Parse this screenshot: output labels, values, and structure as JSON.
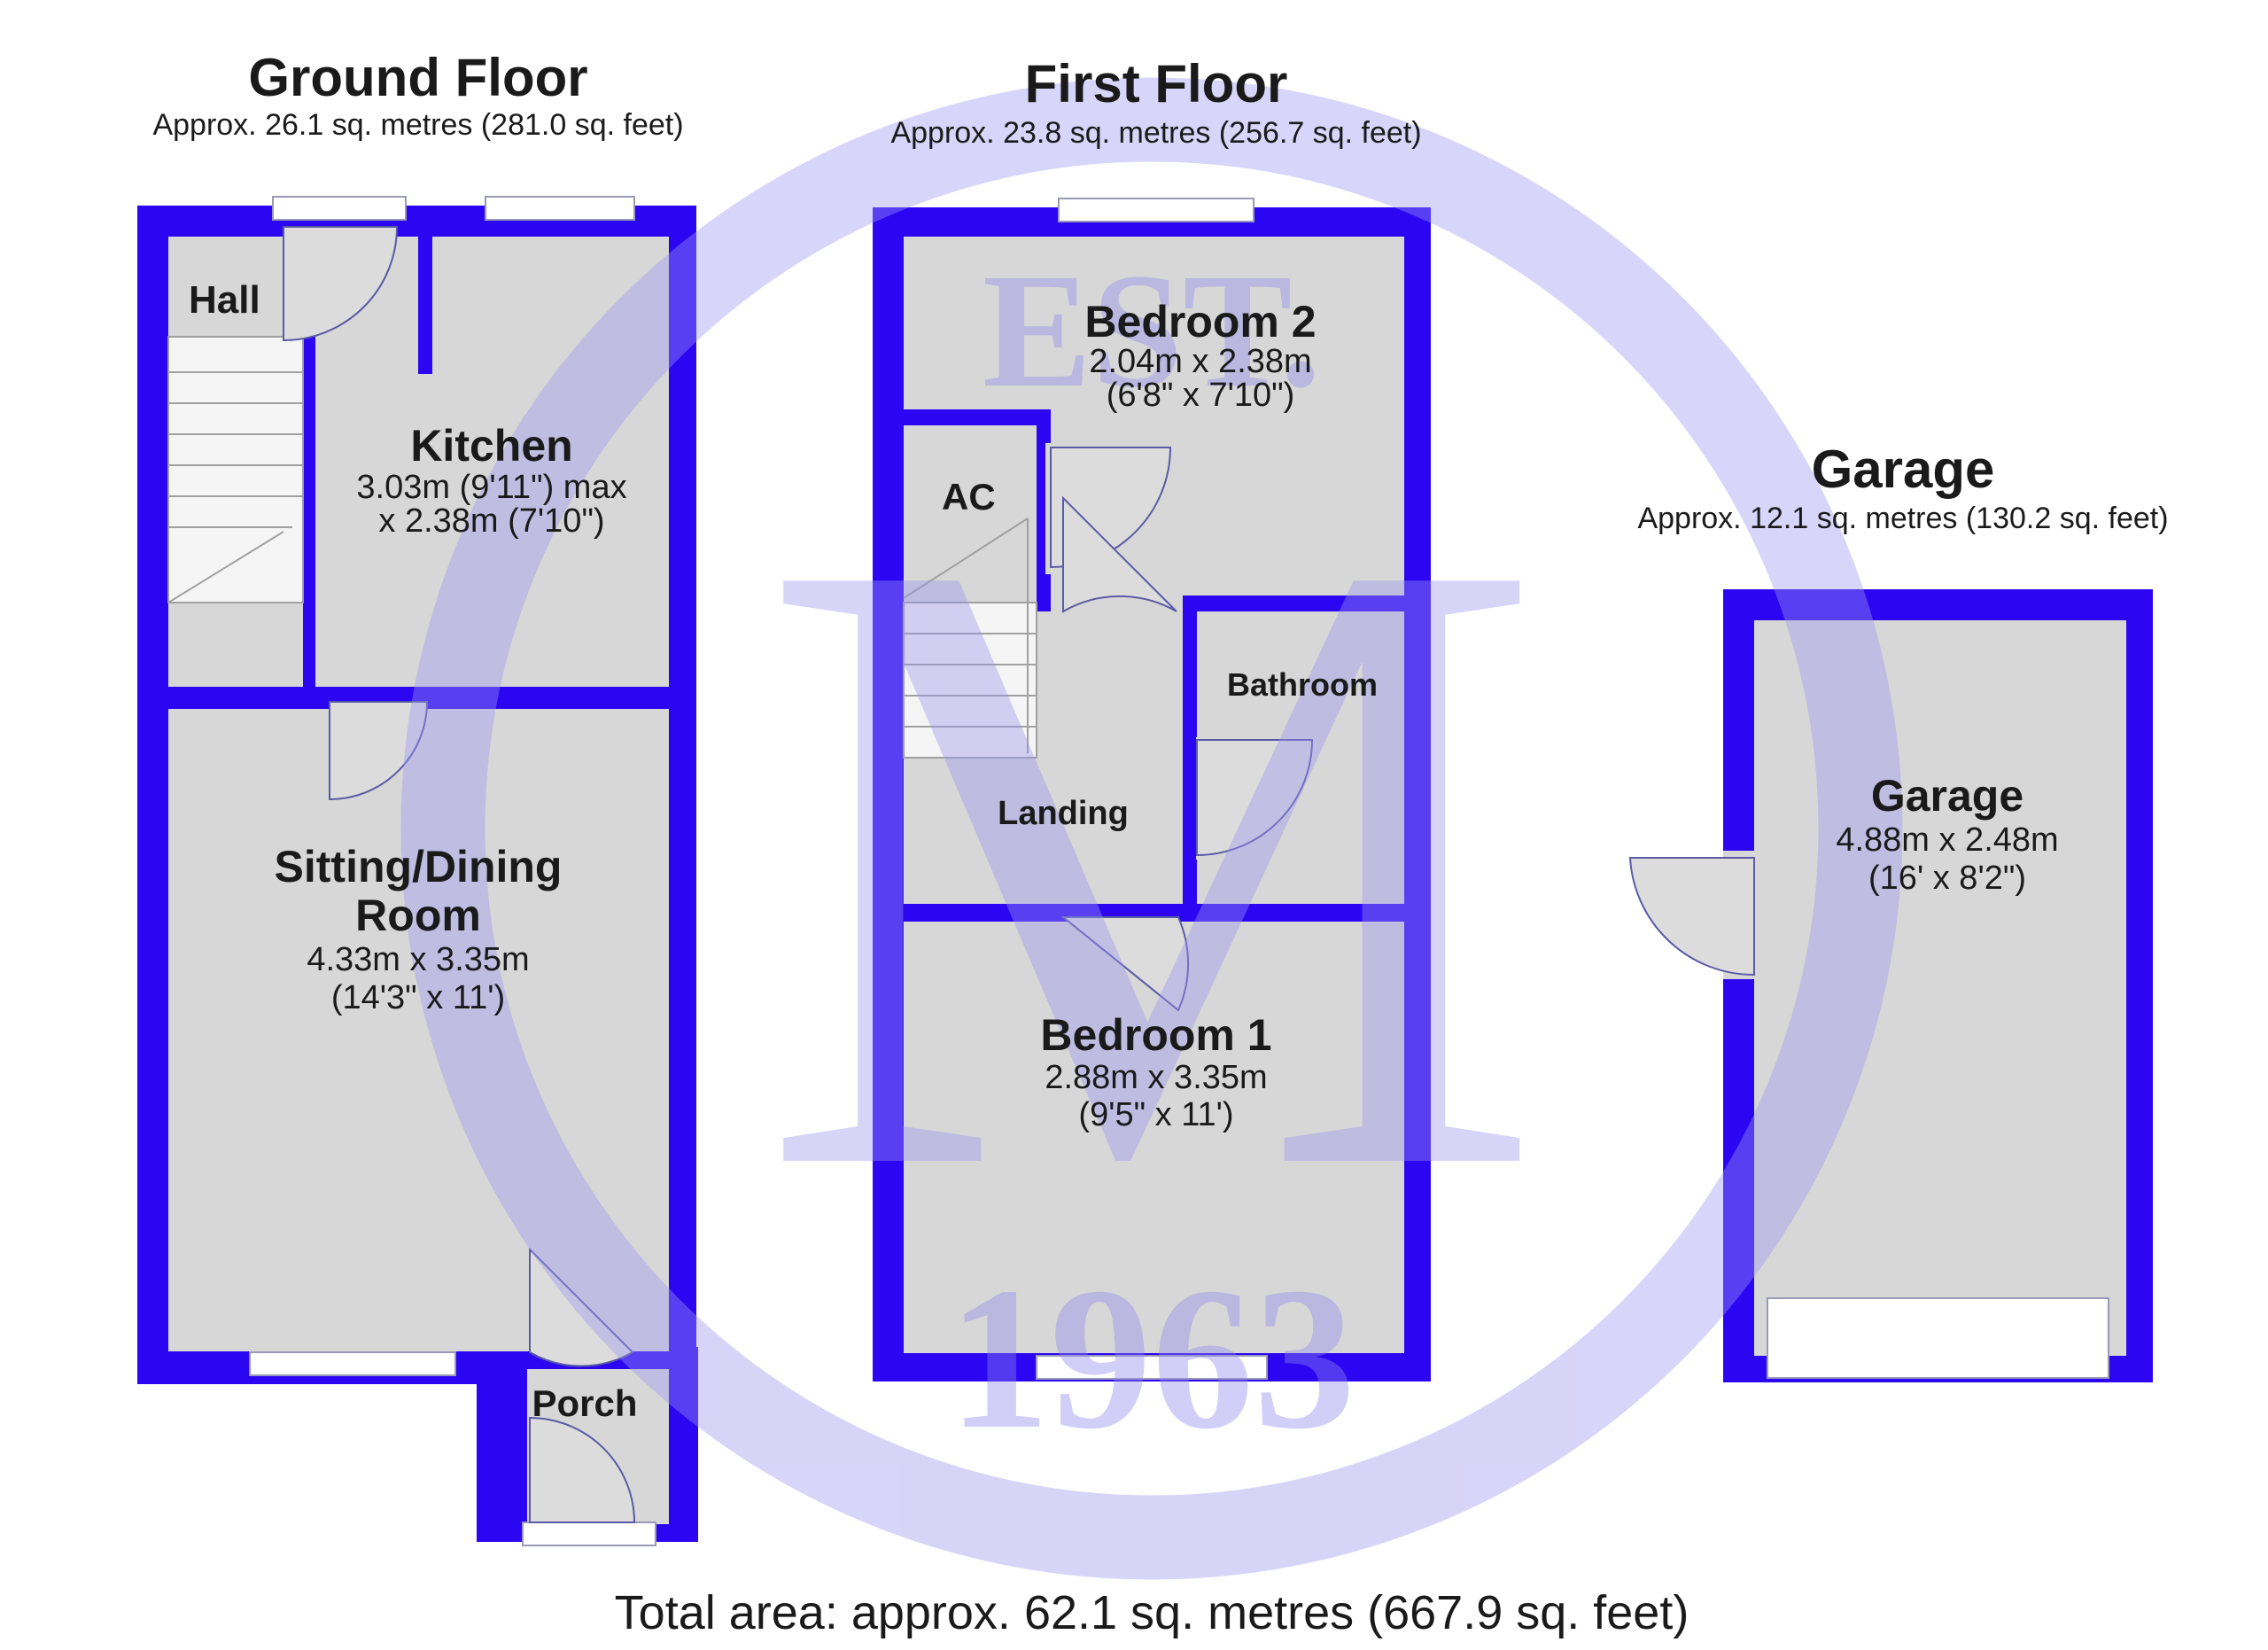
{
  "colors": {
    "wall": "#2c06f2",
    "floor": "#d7d7d7",
    "watermark": "#9c95f0"
  },
  "watermark": {
    "top_text": "EST.",
    "letter": "M",
    "bottom_text": "1963"
  },
  "ground_floor": {
    "title": "Ground Floor",
    "area": "Approx. 26.1 sq. metres (281.0 sq. feet)",
    "rooms": {
      "hall": {
        "name": "Hall"
      },
      "kitchen": {
        "name": "Kitchen",
        "dim1": "3.03m (9'11\") max",
        "dim2": "x 2.38m (7'10\")"
      },
      "sitting": {
        "name1": "Sitting/Dining",
        "name2": "Room",
        "dim1": "4.33m x 3.35m",
        "dim2": "(14'3\" x 11')"
      },
      "porch": {
        "name": "Porch"
      }
    }
  },
  "first_floor": {
    "title": "First Floor",
    "area": "Approx. 23.8 sq. metres (256.7 sq. feet)",
    "rooms": {
      "bedroom2": {
        "name": "Bedroom 2",
        "dim1": "2.04m x 2.38m",
        "dim2": "(6'8\" x 7'10\")"
      },
      "ac": {
        "name": "AC"
      },
      "bathroom": {
        "name": "Bathroom"
      },
      "landing": {
        "name": "Landing"
      },
      "bedroom1": {
        "name": "Bedroom 1",
        "dim1": "2.88m x 3.35m",
        "dim2": "(9'5\" x 11')"
      }
    }
  },
  "garage": {
    "title": "Garage",
    "area": "Approx. 12.1 sq. metres (130.2 sq. feet)",
    "rooms": {
      "garage": {
        "name": "Garage",
        "dim1": "4.88m x 2.48m",
        "dim2": "(16' x 8'2\")"
      }
    }
  },
  "total_area": "Total area: approx. 62.1 sq. metres (667.9 sq. feet)"
}
